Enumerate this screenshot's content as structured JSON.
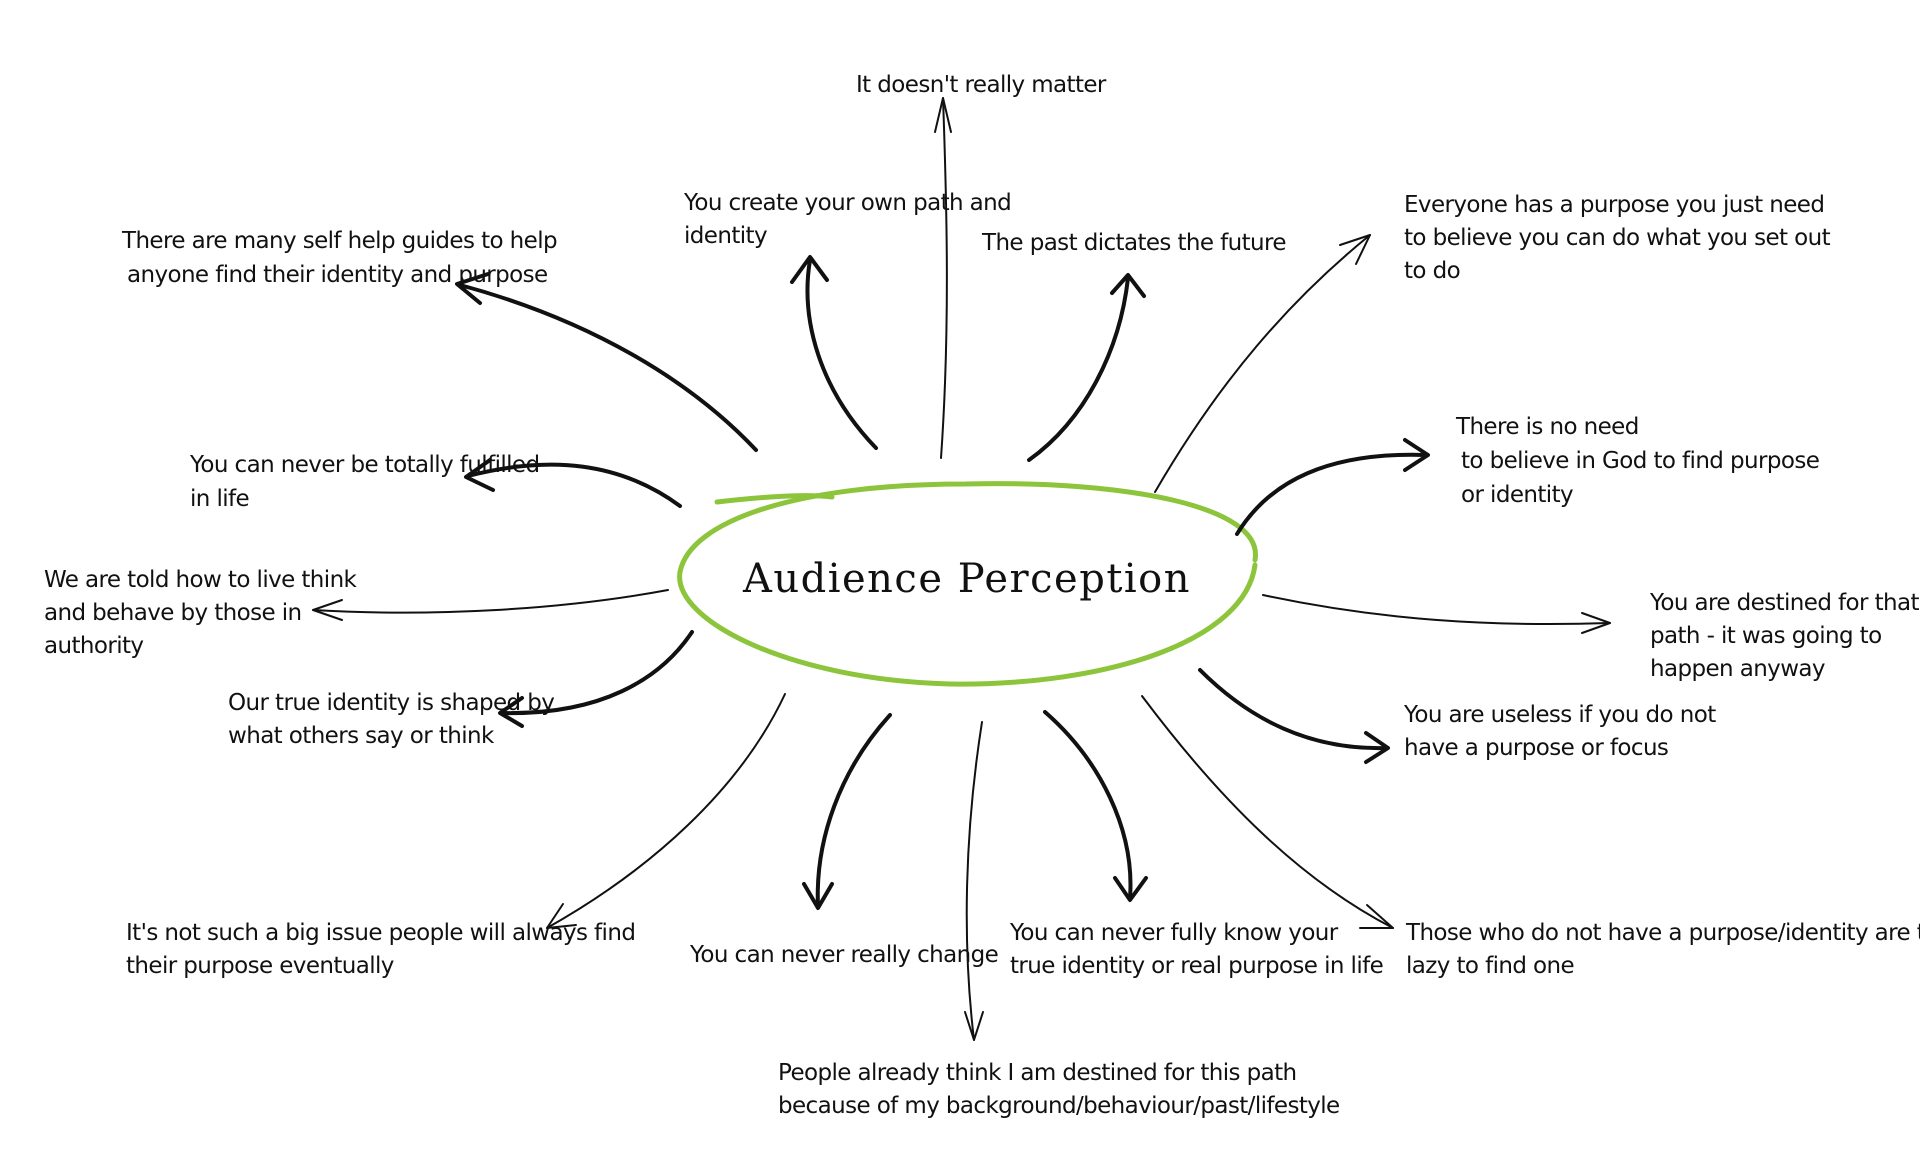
{
  "center": {
    "title": "Audience Perception",
    "ring_color": "#8cc43c"
  },
  "labels": {
    "doesnt_matter": [
      "It doesn't really matter"
    ],
    "own_path": [
      "You create your own path and",
      "identity"
    ],
    "past_future": [
      "The past dictates the future"
    ],
    "self_help": [
      "There are many self help guides to help",
      "anyone find their identity and purpose"
    ],
    "everyone_purpose": [
      "Everyone has a purpose you just need",
      "to believe you can do what you set out",
      "to do"
    ],
    "never_fulfilled": [
      "You can never be totally fulfilled",
      "in life"
    ],
    "no_need_god": [
      "There is no need",
      "to believe in God to find purpose",
      "or identity"
    ],
    "told_how": [
      "We are told how to live think",
      "and behave by those in",
      "authority"
    ],
    "destined": [
      "You are destined for that",
      "path - it was going to",
      "happen anyway"
    ],
    "others_say": [
      "Our true identity is shaped by",
      "what others say or think"
    ],
    "useless": [
      "You are useless if you do not",
      "have a purpose or focus"
    ],
    "not_big_issue": [
      "It's not such a big issue people will always find",
      "their purpose eventually"
    ],
    "never_change": [
      "You can never really change"
    ],
    "never_know": [
      "You can never fully know your",
      "true identity or real purpose in life"
    ],
    "lazy": [
      "Those who do not have a purpose/identity are too",
      "lazy to find one"
    ],
    "background": [
      "People already think I am destined for this path",
      "because of my background/behaviour/past/lifestyle"
    ]
  }
}
